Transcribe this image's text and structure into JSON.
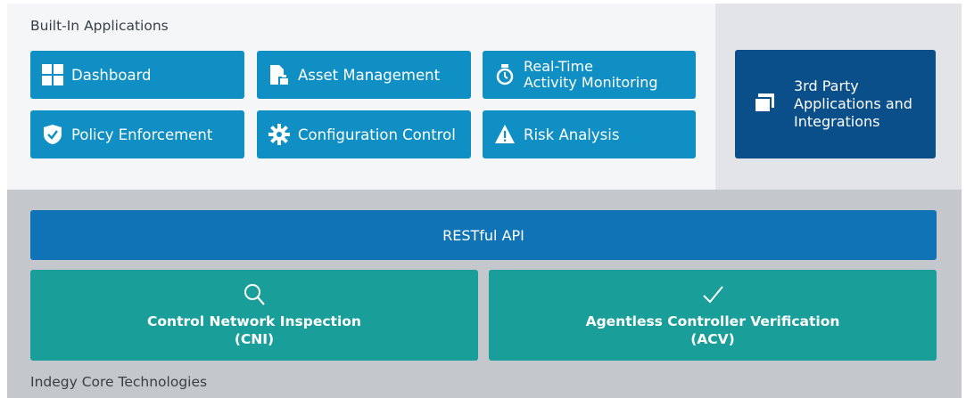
{
  "built_in": {
    "title": "Built-In Applications",
    "apps": [
      {
        "label": "Dashboard",
        "icon": "dashboard-grid-icon"
      },
      {
        "label": "Asset Management",
        "icon": "asset-document-icon"
      },
      {
        "label": "Real-Time\nActivity Monitoring",
        "icon": "stopwatch-icon"
      },
      {
        "label": "Policy Enforcement",
        "icon": "shield-check-icon"
      },
      {
        "label": "Configuration Control",
        "icon": "gear-icon"
      },
      {
        "label": "Risk Analysis",
        "icon": "warning-triangle-icon"
      }
    ]
  },
  "third_party": {
    "label": "3rd Party\nApplications and\nIntegrations",
    "icon": "stacked-windows-icon"
  },
  "core": {
    "api_label": "RESTful API",
    "title": "Indegy Core Technologies",
    "technologies": [
      {
        "name": "Control Network Inspection",
        "abbr": "(CNI)",
        "icon": "magnifier-icon"
      },
      {
        "name": "Agentless Controller Verification",
        "abbr": "(ACV)",
        "icon": "checkmark-icon"
      }
    ]
  },
  "colors": {
    "app_tile": "#0f8fc4",
    "third_party_tile": "#0a4f8a",
    "api_bar": "#0f73b5",
    "core_tile": "#1a9e9a"
  }
}
